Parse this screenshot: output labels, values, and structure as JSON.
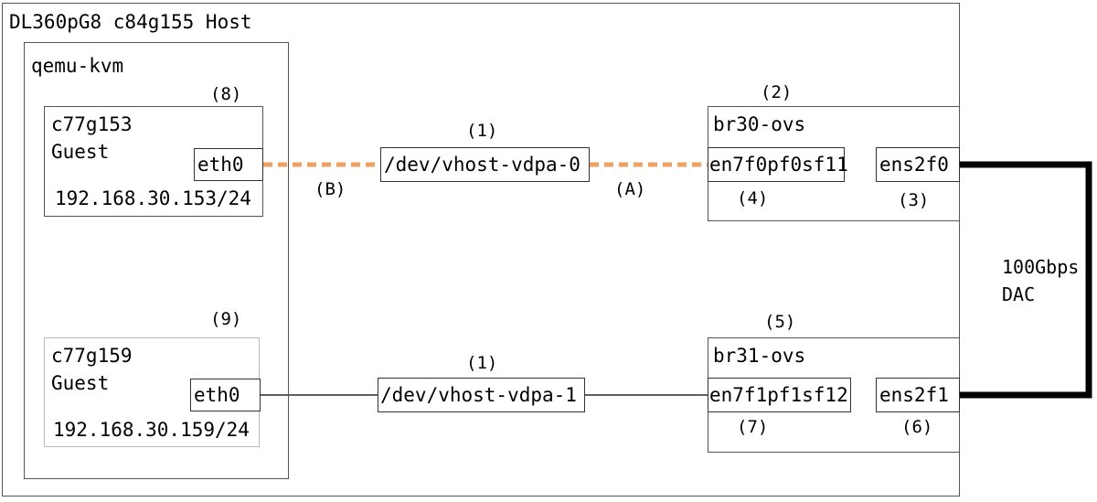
{
  "host": {
    "title": "DL360pG8 c84g155 Host"
  },
  "hypervisor": {
    "title": "qemu-kvm"
  },
  "guests": [
    {
      "name": "c77g153",
      "role": "Guest",
      "nic": "eth0",
      "ip": "192.168.30.153/24",
      "marker": "(8)"
    },
    {
      "name": "c77g159",
      "role": "Guest",
      "nic": "eth0",
      "ip": "192.168.30.159/24",
      "marker": "(9)"
    }
  ],
  "vdpa": [
    {
      "device": "/dev/vhost-vdpa-0",
      "marker": "(1)"
    },
    {
      "device": "/dev/vhost-vdpa-1",
      "marker": "(1)"
    }
  ],
  "bridges": [
    {
      "name": "br30-ovs",
      "marker": "(2)",
      "port": "en7f0pf0sf11",
      "port_marker": "(4)",
      "uplink": "ens2f0",
      "uplink_marker": "(3)"
    },
    {
      "name": "br31-ovs",
      "marker": "(5)",
      "port": "en7f1pf1sf12",
      "port_marker": "(7)",
      "uplink": "ens2f1",
      "uplink_marker": "(6)"
    }
  ],
  "links": {
    "a_label": "(A)",
    "b_label": "(B)",
    "dac_speed": "100Gbps",
    "dac_type": "DAC",
    "highlight_color": "#f0a060",
    "line_color": "#000000"
  }
}
